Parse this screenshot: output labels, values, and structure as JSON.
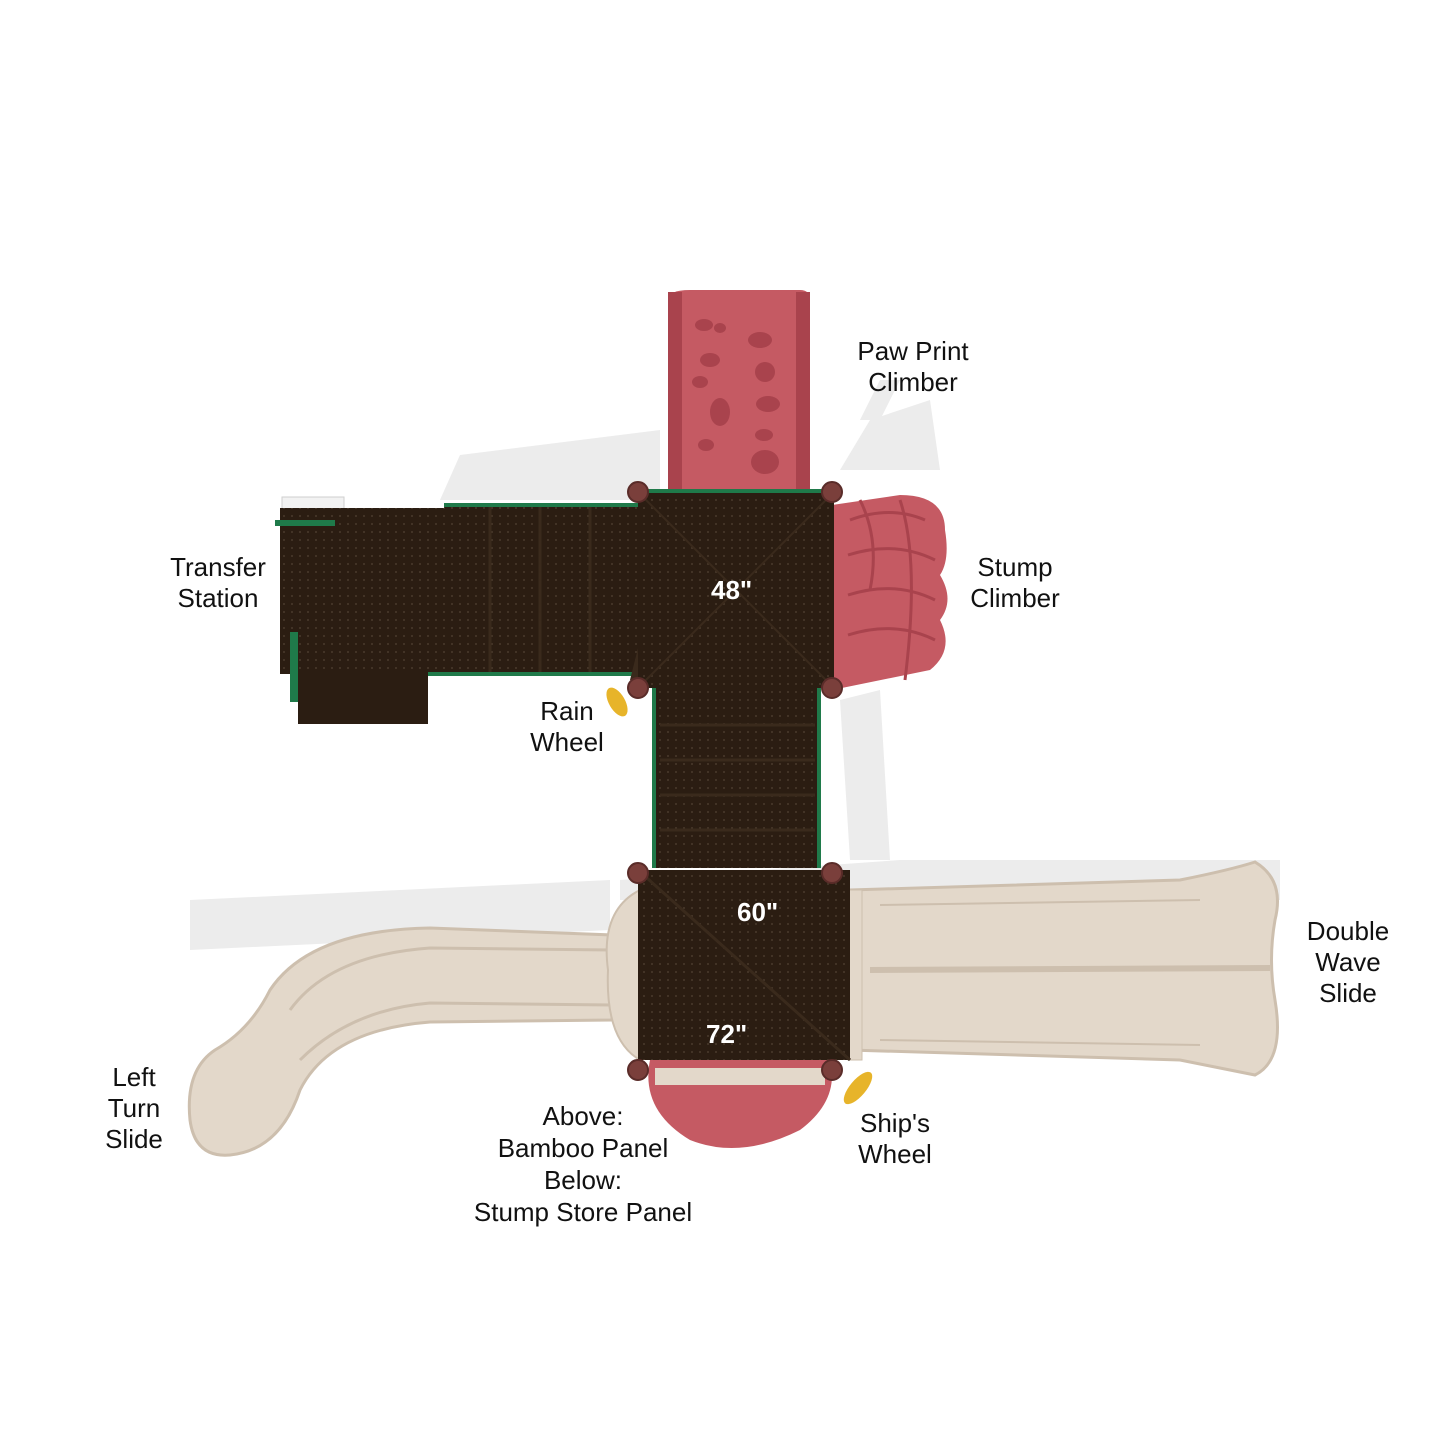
{
  "diagram": {
    "colors": {
      "deck": "#2b1d12",
      "deck_edge": "#3a2a1c",
      "trim_green": "#1f7a4a",
      "climber_red": "#c55a63",
      "climber_red_dark": "#a9434d",
      "slide_tan": "#e3d8ca",
      "slide_tan_dark": "#cdbfae",
      "post_cap": "#7a3f3b",
      "wheel_yellow": "#e7b42a",
      "shadow": "#e9e9e9"
    },
    "labels": {
      "paw_print_climber": [
        "Paw Print",
        "Climber"
      ],
      "stump_climber": [
        "Stump",
        "Climber"
      ],
      "transfer_station": [
        "Transfer",
        "Station"
      ],
      "rain_wheel": [
        "Rain",
        "Wheel"
      ],
      "double_wave_slide": [
        "Double",
        "Wave",
        "Slide"
      ],
      "left_turn_slide": [
        "Left",
        "Turn",
        "Slide"
      ],
      "ships_wheel": [
        "Ship's",
        "Wheel"
      ],
      "bamboo_stump_panel": [
        "Above:",
        "Bamboo Panel",
        "Below:",
        "Stump Store Panel"
      ]
    },
    "deck_heights": {
      "upper_deck": "48\"",
      "lower_deck_right": "60\"",
      "lower_deck_left": "72\""
    }
  }
}
